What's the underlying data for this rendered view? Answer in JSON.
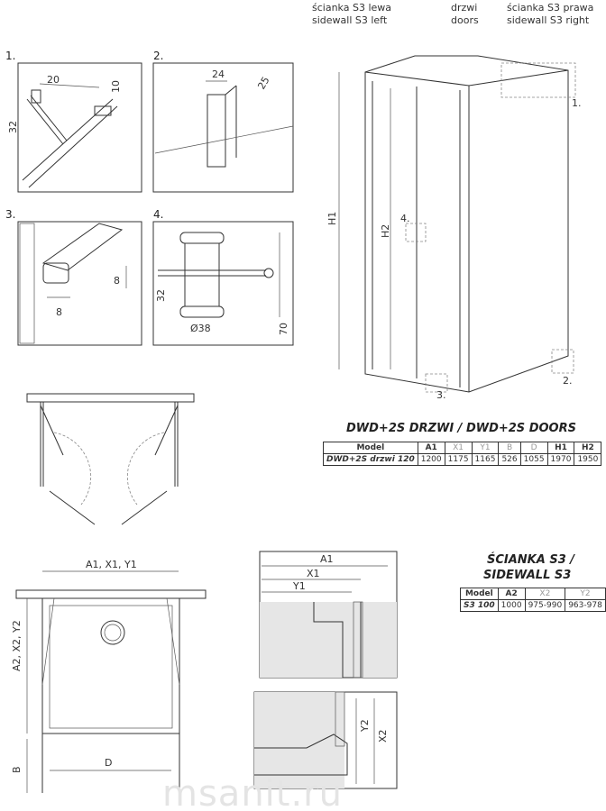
{
  "details": [
    {
      "label": "1.",
      "dims": [
        "20",
        "10",
        "32"
      ]
    },
    {
      "label": "2.",
      "dims": [
        "24",
        "25"
      ]
    },
    {
      "label": "3.",
      "dims": [
        "8",
        "8"
      ]
    },
    {
      "label": "4.",
      "dims": [
        "32",
        "Ø38",
        "70"
      ]
    }
  ],
  "main": {
    "left_wall": [
      "ścianka S3 lewa",
      "sidewall S3 left"
    ],
    "doors": [
      "drzwi",
      "doors"
    ],
    "right_wall": [
      "ścianka S3 prawa",
      "sidewall S3 right"
    ],
    "h1": "H1",
    "h2": "H2",
    "callouts": [
      "1.",
      "2.",
      "3.",
      "4."
    ]
  },
  "doors_table": {
    "title": "DWD+2S DRZWI / DWD+2S DOORS",
    "headers": [
      "Model",
      "A1",
      "X1",
      "Y1",
      "B",
      "D",
      "H1",
      "H2"
    ],
    "row": [
      "DWD+2S drzwi 120",
      "1200",
      "1175",
      "1165",
      "526",
      "1055",
      "1970",
      "1950"
    ]
  },
  "wall_table": {
    "title1": "ŚCIANKA S3 /",
    "title2": "SIDEWALL S3",
    "headers": [
      "Model",
      "A2",
      "X2",
      "Y2"
    ],
    "row": [
      "S3 100",
      "1000",
      "975-990",
      "963-978"
    ]
  },
  "plan": {
    "a1x1y1": "A1, X1, Y1",
    "a2x2y2": "A2, X2, Y2",
    "b": "B",
    "d": "D"
  },
  "section": {
    "a1": "A1",
    "x1": "X1",
    "y1": "Y1",
    "y2": "Y2",
    "x2": "X2"
  },
  "watermark": "msanit.ru"
}
